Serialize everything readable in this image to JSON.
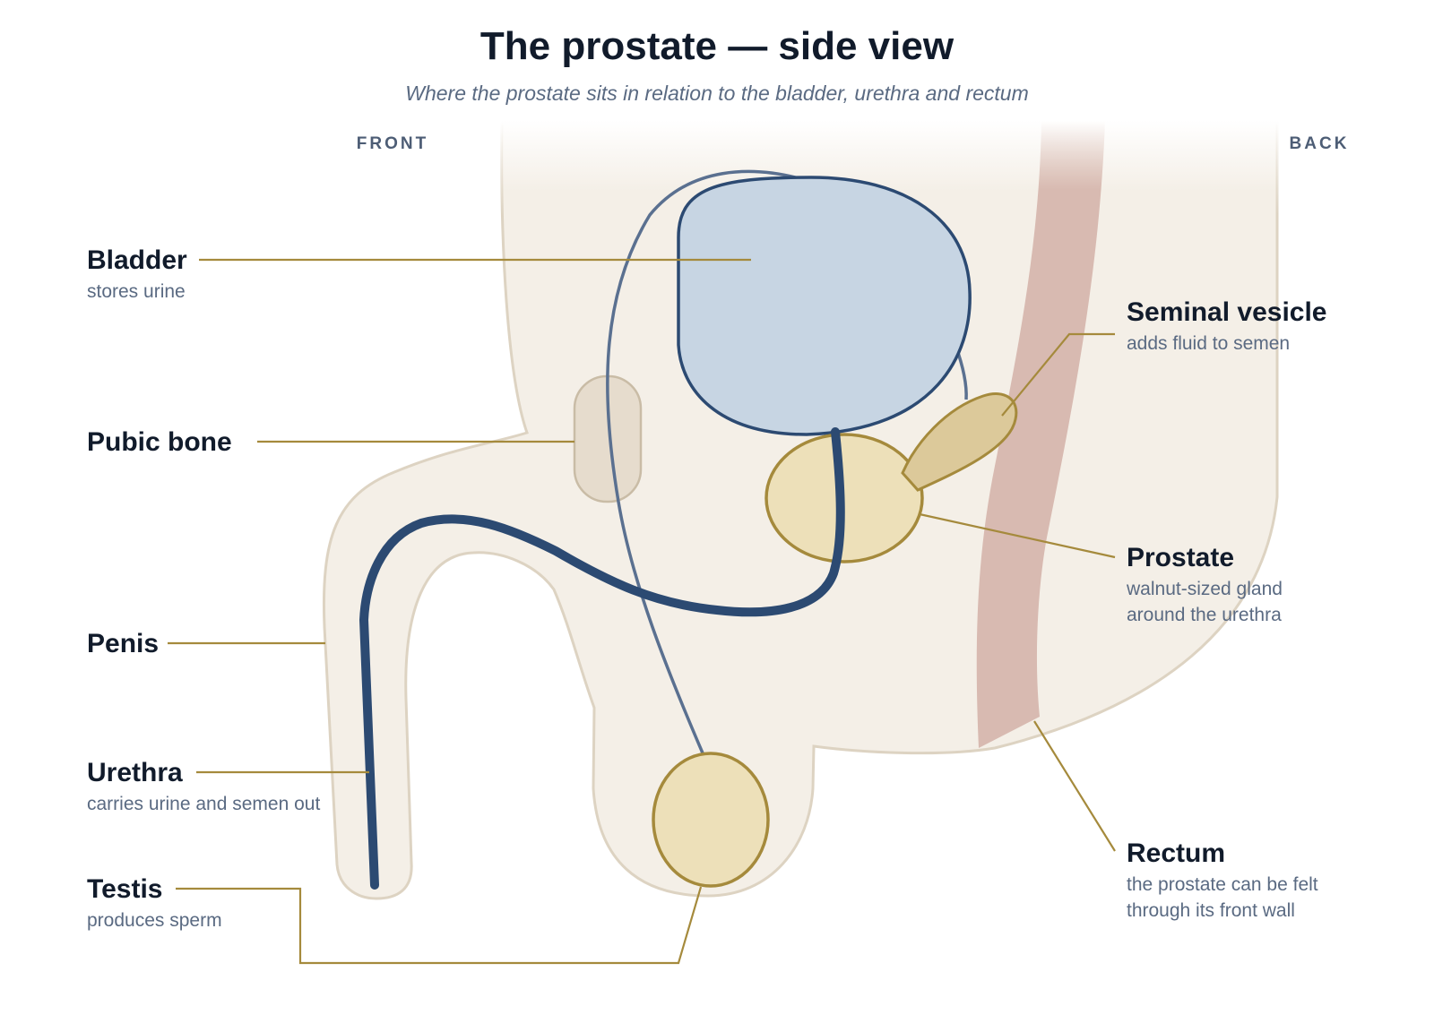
{
  "title": "The prostate — side view",
  "subtitle": "Where the prostate sits in relation to the bladder, urethra and rectum",
  "orientation": {
    "front": "FRONT",
    "back": "BACK"
  },
  "labels": {
    "bladder": {
      "name": "Bladder",
      "desc": "stores urine"
    },
    "pubic_bone": {
      "name": "Pubic bone"
    },
    "penis": {
      "name": "Penis"
    },
    "urethra": {
      "name": "Urethra",
      "desc": "carries urine and semen out"
    },
    "testis": {
      "name": "Testis",
      "desc": "produces sperm"
    },
    "seminal_vesicle": {
      "name": "Seminal vesicle",
      "desc": "adds fluid to semen"
    },
    "prostate": {
      "name": "Prostate",
      "desc": [
        "walnut-sized gland",
        "around the urethra"
      ]
    },
    "rectum": {
      "name": "Rectum",
      "desc": [
        "the prostate can be felt",
        "through its front wall"
      ]
    }
  },
  "colors": {
    "body": "#f4efe7",
    "body_outline": "#ddd3c2",
    "bladder_fill": "#c7d5e3",
    "bladder_stroke": "#2c4a72",
    "urethra": "#2c4a72",
    "vas_deferens": "#5a7090",
    "gland_fill": "#ede0b9",
    "gland_stroke": "#a58a3c",
    "seminal_vesicle_fill": "#dcc99a",
    "pubic_bone_fill": "#e6dccd",
    "pubic_bone_stroke": "#c9bca6",
    "rectum": "#d8bab1",
    "leader": "#a58a3c"
  }
}
